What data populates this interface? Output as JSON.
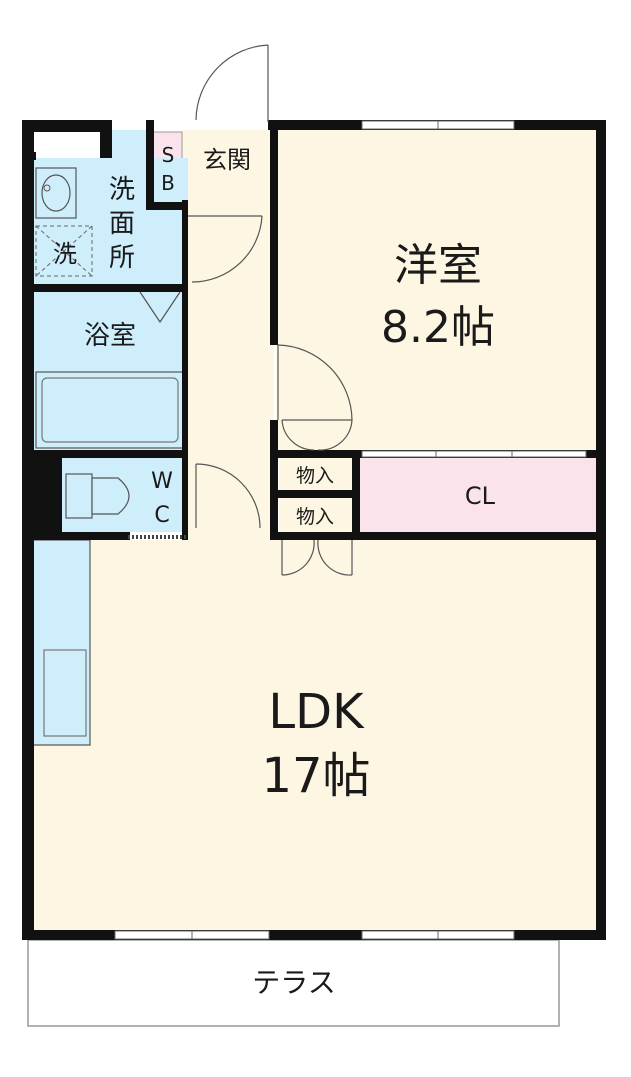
{
  "rooms": {
    "western": {
      "name": "洋室",
      "size": "8.2帖"
    },
    "ldk": {
      "name": "LDK",
      "size": "17帖"
    },
    "entrance": {
      "name": "玄関"
    },
    "shoe_box": {
      "line1": "S",
      "line2": "B"
    },
    "washroom": {
      "line1": "洗",
      "line2": "面",
      "line3": "所"
    },
    "washer": {
      "name": "洗"
    },
    "bath": {
      "name": "浴室"
    },
    "toilet": {
      "line1": "W",
      "line2": "C"
    },
    "storage_upper": {
      "name": "物入"
    },
    "storage_lower": {
      "name": "物入"
    },
    "closet": {
      "name": "CL"
    },
    "terrace": {
      "name": "テラス"
    }
  },
  "colors": {
    "wall": "#111111",
    "living_floor": "#fdf6e3",
    "water_area": "#cfeefb",
    "closet": "#fbe3ec",
    "outline": "#888888"
  }
}
